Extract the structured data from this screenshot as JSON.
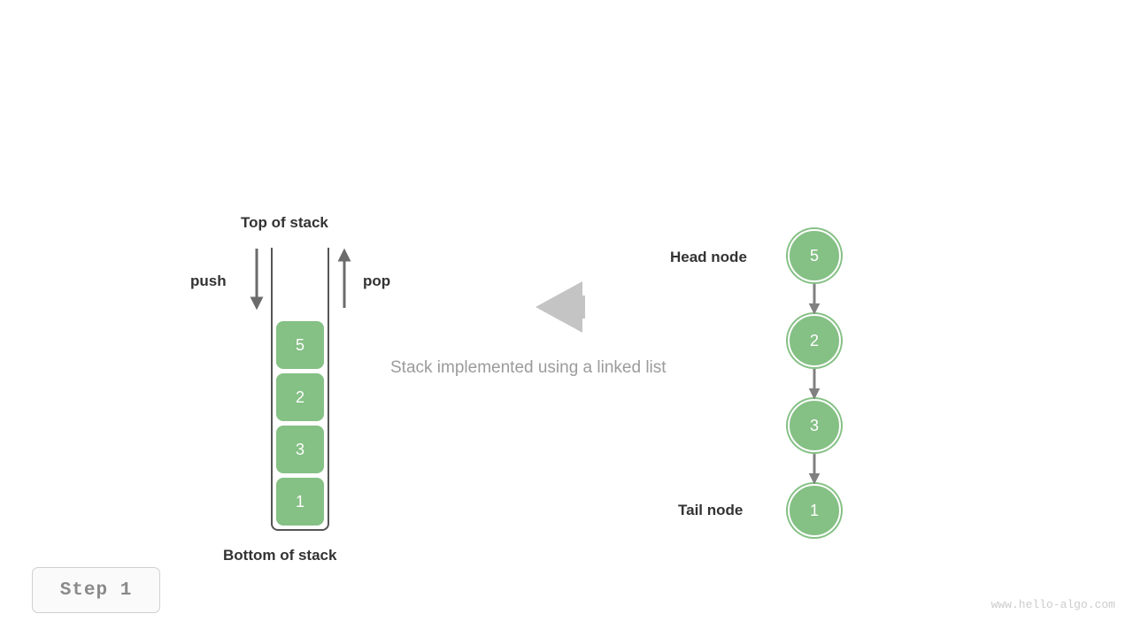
{
  "page": {
    "background": "#ffffff",
    "watermark": "www.hello-algo.com"
  },
  "step_badge": {
    "label": "Step 1"
  },
  "stack": {
    "top_label": "Top of stack",
    "bottom_label": "Bottom of stack",
    "push_label": "push",
    "pop_label": "pop",
    "cells": [
      {
        "value": "5"
      },
      {
        "value": "2"
      },
      {
        "value": "3"
      },
      {
        "value": "1"
      }
    ],
    "cell_color": "#85c085",
    "container_border_color": "#555555"
  },
  "center": {
    "caption": "Stack implemented using a linked list",
    "arrow_direction": "left",
    "arrow_color": "#c4c4c4"
  },
  "linked_list": {
    "head_label": "Head node",
    "tail_label": "Tail node",
    "node_color": "#85c085",
    "link_color": "#808080",
    "nodes": [
      {
        "value": "5"
      },
      {
        "value": "2"
      },
      {
        "value": "3"
      },
      {
        "value": "1"
      }
    ]
  },
  "colors": {
    "text_dark": "#333333",
    "text_muted": "#9b9b9b",
    "accent_green": "#85c085",
    "arrow_gray": "#808080"
  }
}
